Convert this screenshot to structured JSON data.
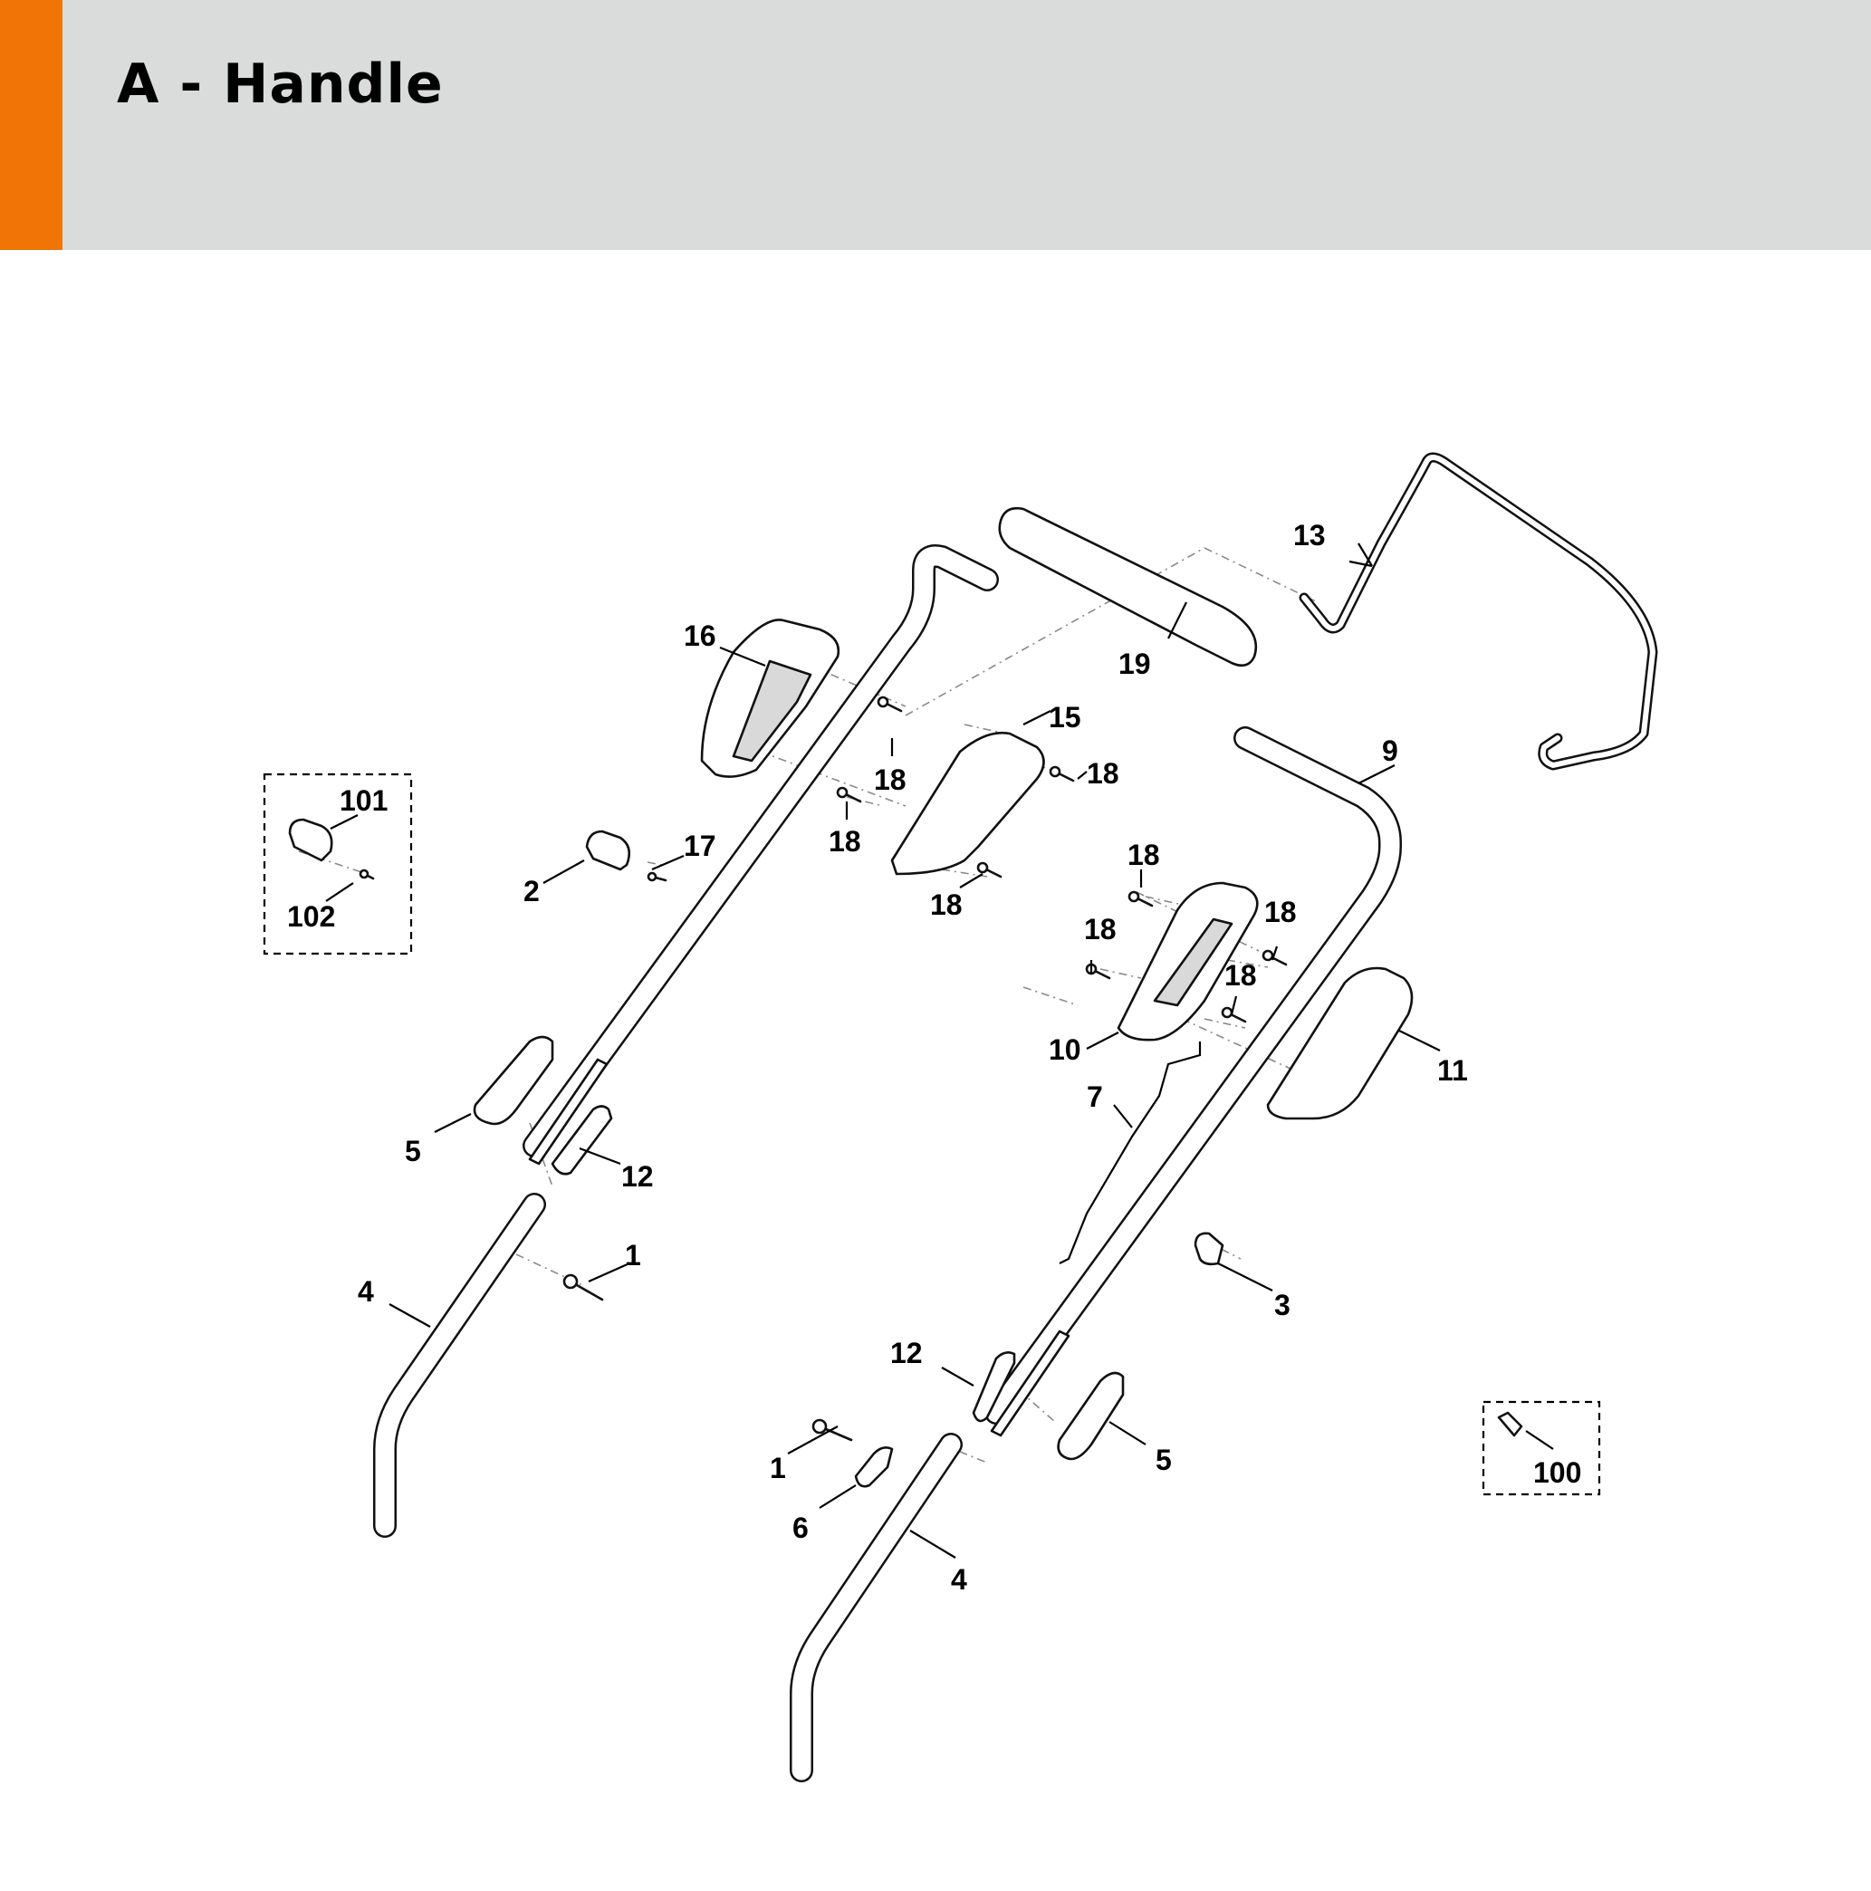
{
  "header": {
    "title": "A - Handle",
    "accent_color": "#f07406",
    "background_color": "#dadcdb"
  },
  "callouts": {
    "c1a": "1",
    "c1b": "1",
    "c2": "2",
    "c3": "3",
    "c4a": "4",
    "c4b": "4",
    "c5a": "5",
    "c5b": "5",
    "c6": "6",
    "c7": "7",
    "c9": "9",
    "c10": "10",
    "c11": "11",
    "c12a": "12",
    "c12b": "12",
    "c13": "13",
    "c15": "15",
    "c16": "16",
    "c17": "17",
    "c18a": "18",
    "c18b": "18",
    "c18c": "18",
    "c18d": "18",
    "c18e": "18",
    "c18f": "18",
    "c18g": "18",
    "c18h": "18",
    "c19": "19",
    "c100": "100",
    "c101": "101",
    "c102": "102"
  }
}
